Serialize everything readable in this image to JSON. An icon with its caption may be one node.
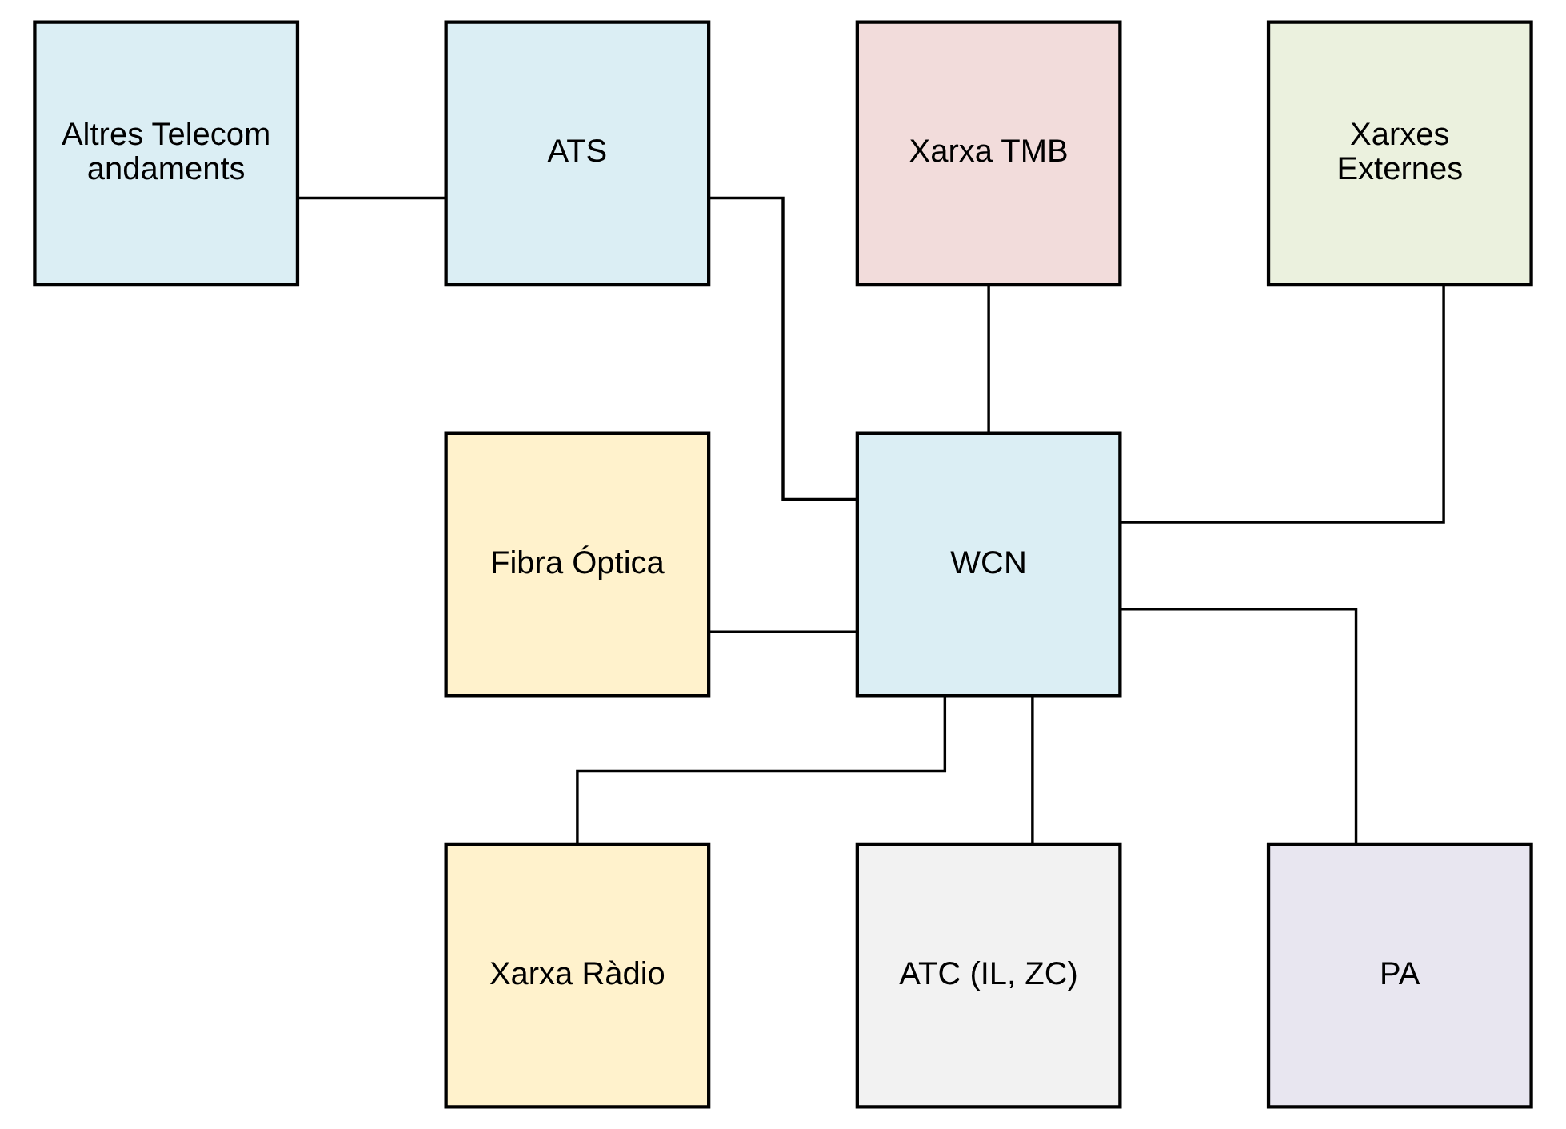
{
  "diagram": {
    "nodes": [
      {
        "text": [
          "Altres Telecomandaments"
        ]
      },
      {
        "text": [
          "ATS"
        ]
      },
      {
        "text": [
          "Xarxa TMB"
        ]
      },
      {
        "text": [
          "Xarxes Externes"
        ]
      },
      {
        "text": [
          "Fibra Óptica"
        ]
      },
      {
        "text": [
          "WCN"
        ]
      },
      {
        "text": [
          "Xarxa Ràdio"
        ]
      },
      {
        "text": [
          "ATC (IL, ZC)"
        ]
      },
      {
        "text": [
          "PA"
        ]
      }
    ],
    "edges": [
      {
        "from": 0,
        "to": 1,
        "arrow": "none"
      },
      {
        "from": 1,
        "to": 5,
        "arrow": "none"
      },
      {
        "from": 2,
        "to": 5,
        "arrow": "none"
      },
      {
        "from": 3,
        "to": 5,
        "arrow": "none"
      },
      {
        "from": 4,
        "to": 5,
        "arrow": "none"
      },
      {
        "from": 5,
        "to": 6,
        "arrow": "none"
      },
      {
        "from": 5,
        "to": 7,
        "arrow": "none"
      },
      {
        "from": 5,
        "to": 8,
        "arrow": "none"
      }
    ]
  }
}
